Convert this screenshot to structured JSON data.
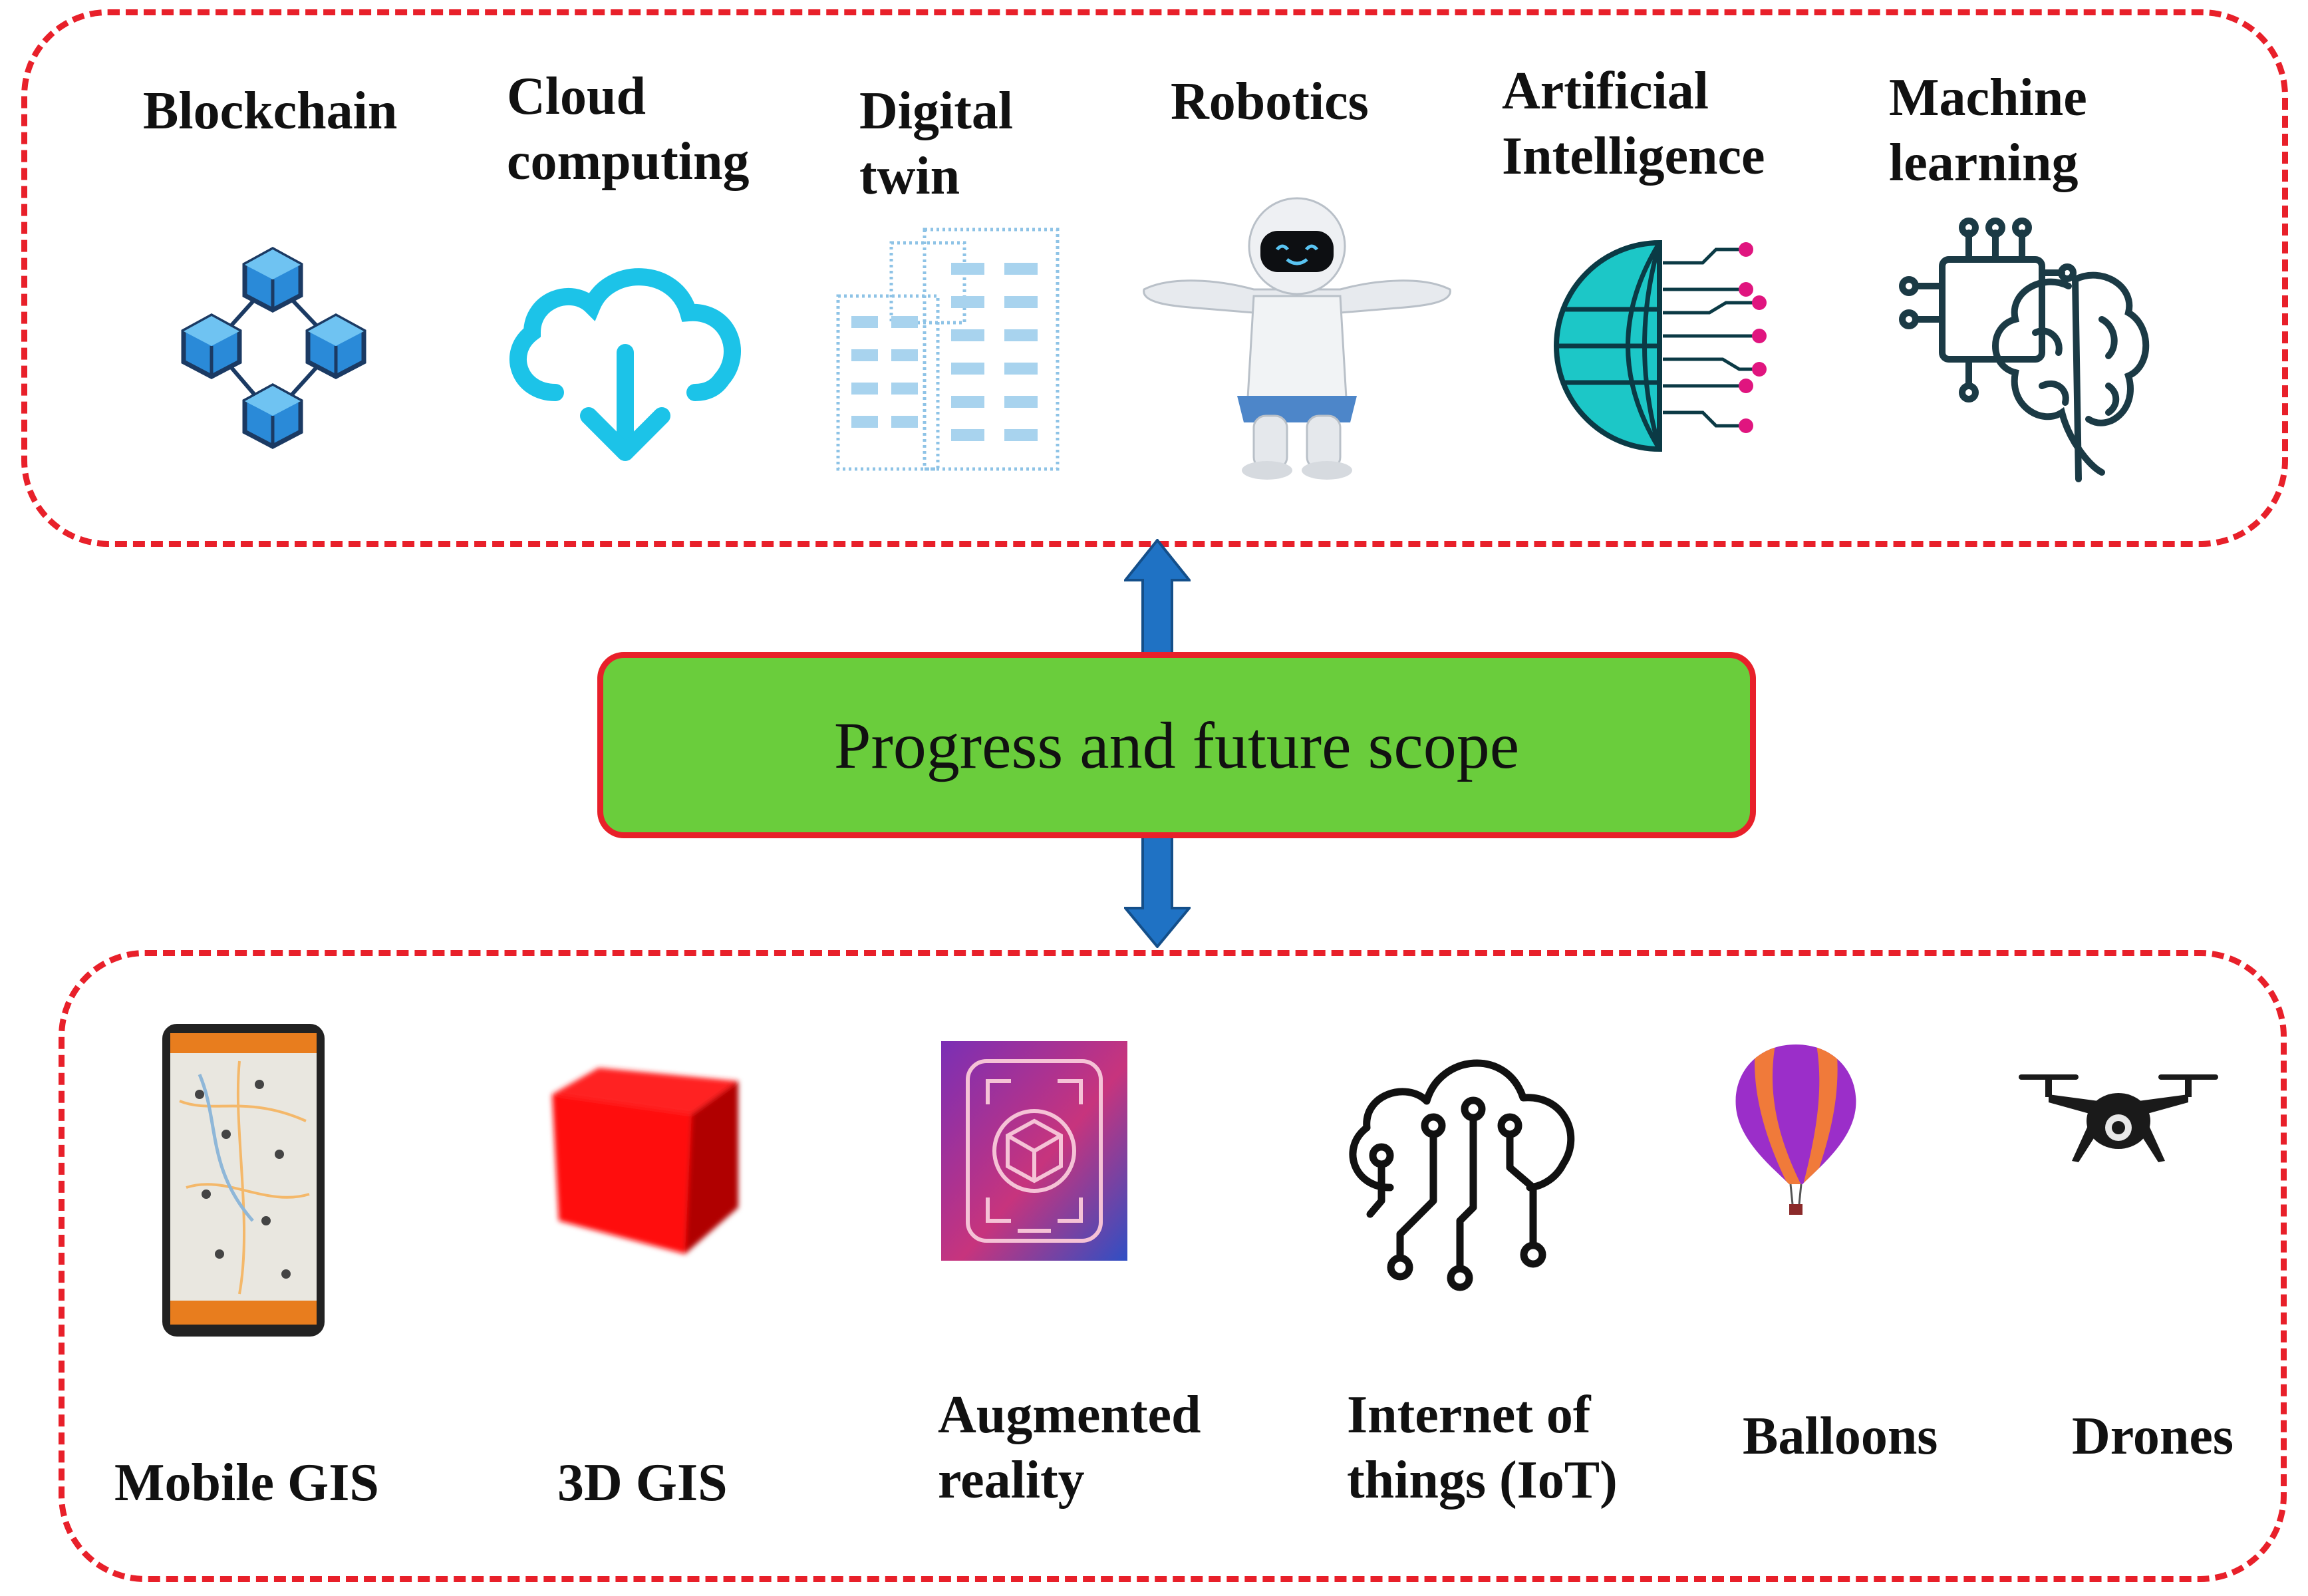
{
  "center": {
    "title": "Progress and future scope"
  },
  "top_items": [
    {
      "label_lines": [
        "Blockchain"
      ],
      "icon": "blockchain-icon"
    },
    {
      "label_lines": [
        "Cloud",
        "computing"
      ],
      "icon": "cloud-download-icon"
    },
    {
      "label_lines": [
        "Digital",
        "twin"
      ],
      "icon": "building-icon"
    },
    {
      "label_lines": [
        "Robotics"
      ],
      "icon": "robot-icon"
    },
    {
      "label_lines": [
        "Artificial",
        "Intelligence"
      ],
      "icon": "ai-globe-circuit-icon"
    },
    {
      "label_lines": [
        "Machine",
        "learning"
      ],
      "icon": "chip-brain-icon"
    }
  ],
  "bottom_items": [
    {
      "label_lines": [
        "Mobile GIS"
      ],
      "icon": "smartphone-map-icon"
    },
    {
      "label_lines": [
        "3D GIS"
      ],
      "icon": "cube-icon"
    },
    {
      "label_lines": [
        "Augmented",
        "reality"
      ],
      "icon": "ar-phone-icon"
    },
    {
      "label_lines": [
        "Internet of",
        "things (IoT)"
      ],
      "icon": "cloud-circuit-icon"
    },
    {
      "label_lines": [
        "Balloons"
      ],
      "icon": "hot-air-balloon-icon"
    },
    {
      "label_lines": [
        "Drones"
      ],
      "icon": "drone-icon"
    }
  ],
  "colors": {
    "border": "#e8202a",
    "center_fill": "#6acd3c",
    "arrow": "#1f72c4"
  }
}
